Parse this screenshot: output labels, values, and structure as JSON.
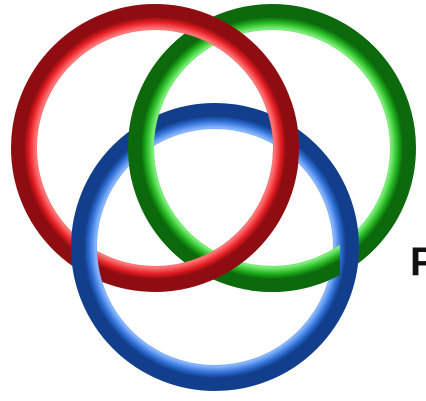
{
  "figure": {
    "name": "borromean-rings",
    "background": "#ffffff",
    "rings": [
      {
        "id": "red",
        "color": "#e61e24",
        "highlight": "#ff7a7a",
        "shade": "#8f0c10"
      },
      {
        "id": "green",
        "color": "#22b31f",
        "highlight": "#7ff07a",
        "shade": "#0c6a0c"
      },
      {
        "id": "blue",
        "color": "#2f6fd6",
        "highlight": "#8ab8ff",
        "shade": "#123f8c"
      }
    ],
    "edge_text": "P"
  }
}
